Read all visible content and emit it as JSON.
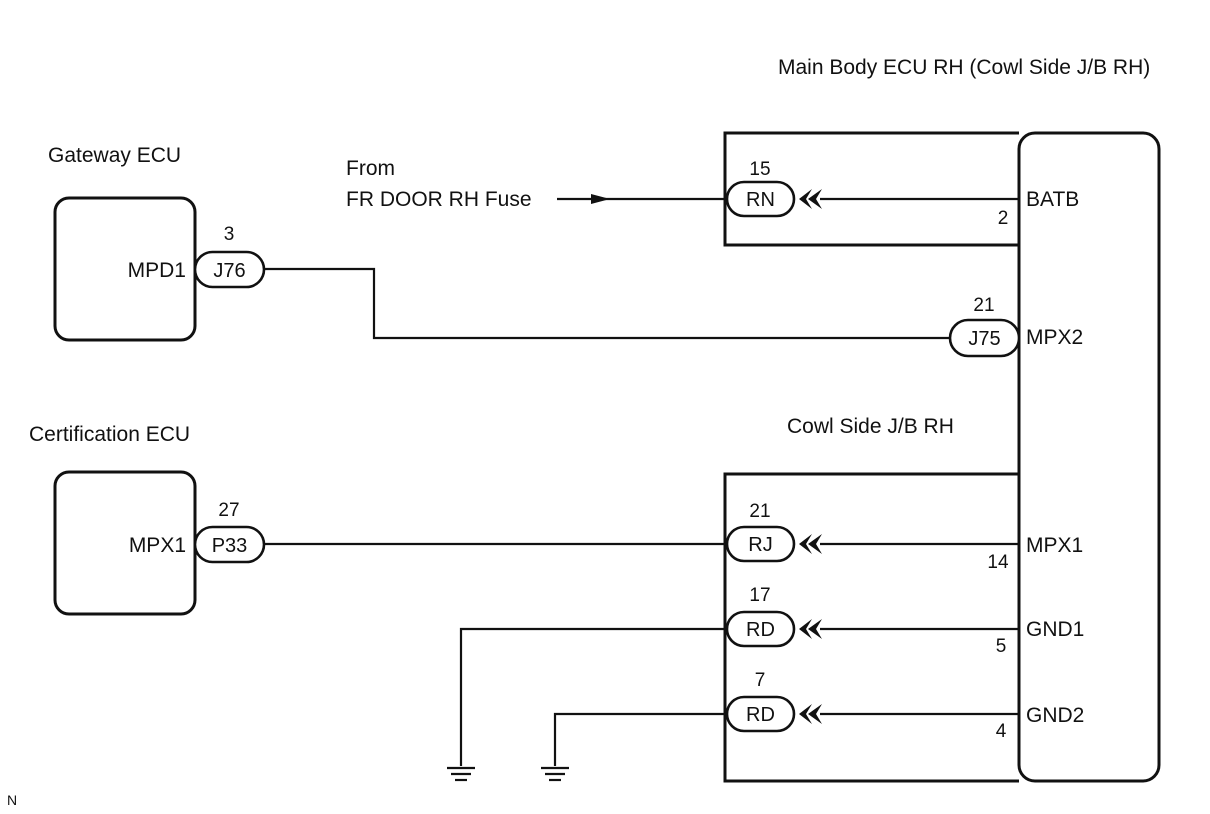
{
  "titles": {
    "main_body_ecu": "Main Body ECU RH (Cowl Side J/B RH)",
    "gateway_ecu": "Gateway ECU",
    "certification_ecu": "Certification ECU",
    "cowl_side_jb": "Cowl Side J/B RH",
    "from_label": "From",
    "fuse_label": "FR DOOR RH Fuse"
  },
  "gateway": {
    "terminal": "MPD1",
    "connector": "J76",
    "pin": "3"
  },
  "certification": {
    "terminal": "MPX1",
    "connector": "P33",
    "pin": "27"
  },
  "main_body": {
    "terminals": {
      "batb": "BATB",
      "mpx2": "MPX2",
      "mpx1": "MPX1",
      "gnd1": "GND1",
      "gnd2": "GND2"
    },
    "mpx2_connector": "J75",
    "mpx2_pin": "21"
  },
  "jb_connectors": [
    {
      "name": "RN",
      "pin": "15",
      "inner_pin": "2"
    },
    {
      "name": "RJ",
      "pin": "21",
      "inner_pin": "14"
    },
    {
      "name": "RD",
      "pin": "17",
      "inner_pin": "5"
    },
    {
      "name": "RD",
      "pin": "7",
      "inner_pin": "4"
    }
  ],
  "corner_mark": "N"
}
